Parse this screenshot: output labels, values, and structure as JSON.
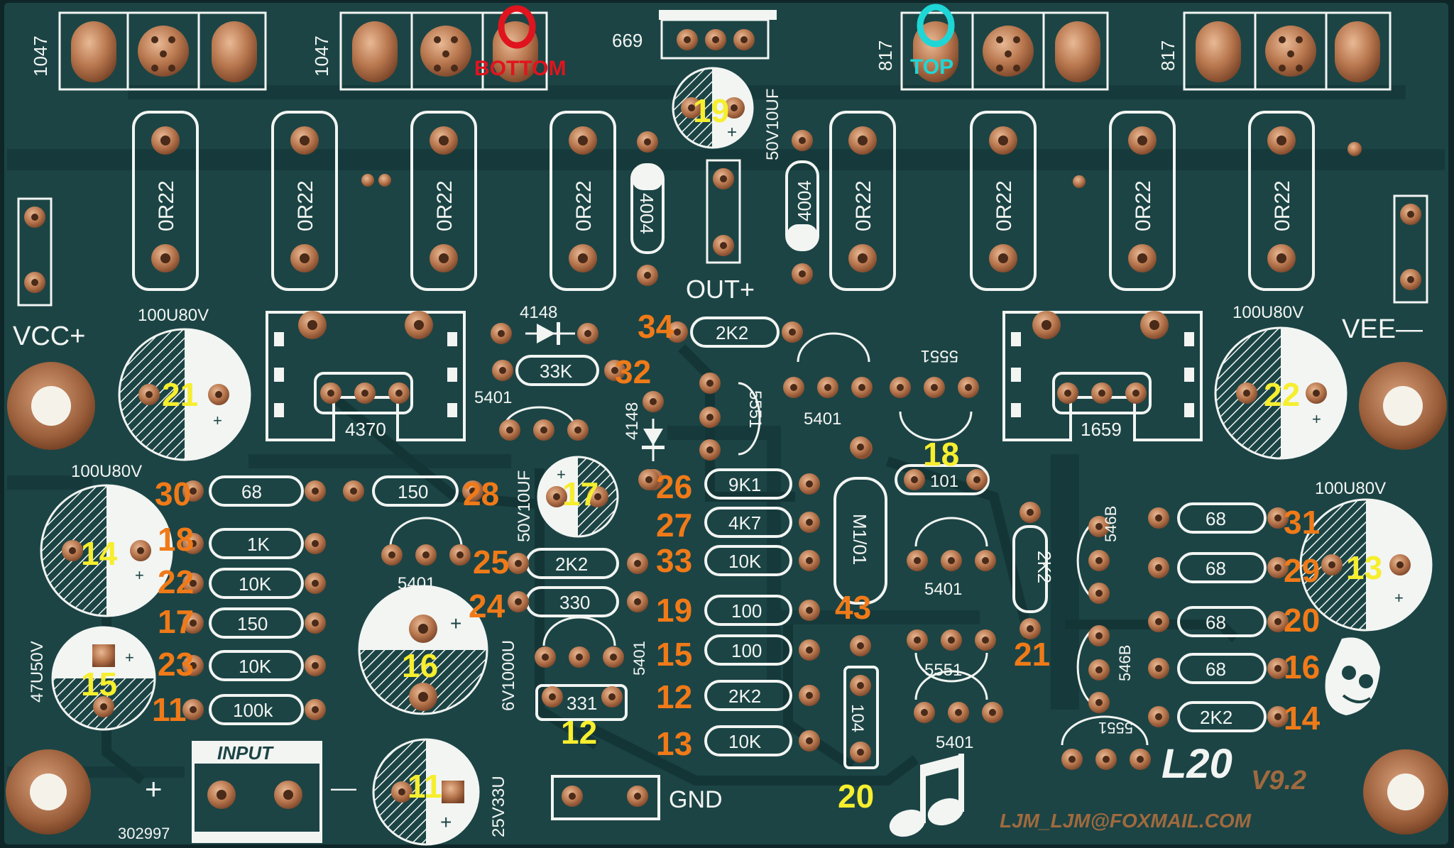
{
  "board": {
    "name": "L20",
    "version": "V9.2",
    "email": "LJM_LJM@FOXMAIL.COM",
    "serial": "302997",
    "markers": {
      "bottom": {
        "symbol": "O",
        "label": "BOTTOM",
        "color": "#e0141e"
      },
      "top": {
        "symbol": "O",
        "label": "TOP",
        "color": "#1fd6d6"
      }
    },
    "colors": {
      "pcb": "#1c4445",
      "pcb_dark": "#123132",
      "copper": "#a86a45",
      "silk": "#f2f5f2",
      "annotation_orange": "#f07a18",
      "annotation_yellow": "#f6ee2e"
    }
  },
  "silk": {
    "t_1047_a": "1047",
    "t_1047_b": "1047",
    "t_669": "669",
    "t_817_a": "817",
    "t_817_b": "817",
    "t_or22": "0R22",
    "t_50v10uf_top": "50V10UF",
    "t_4004": "4004",
    "t_out": "OUT+",
    "t_vcc": "VCC+",
    "t_vee": "VEE—",
    "t_100u80v": "100U80V",
    "t_4148": "4148",
    "t_2k2": "2K2",
    "t_33k": "33K",
    "t_5401": "5401",
    "t_5551": "5551",
    "t_4370": "4370",
    "t_1659": "1659",
    "t_101": "101",
    "t_68": "68",
    "t_150": "150",
    "t_1k": "1K",
    "t_10k": "10K",
    "t_100k": "100k",
    "t_47u50v": "47U50V",
    "t_50v10uf_mid": "50V10UF",
    "t_6v1000u": "6V1000U",
    "t_330": "330",
    "t_331": "331",
    "t_9k1": "9K1",
    "t_4k7": "4K7",
    "t_100": "100",
    "t_mi10": "M1/01",
    "t_104": "104",
    "t_546b": "546B",
    "t_input": "INPUT",
    "t_plus": "+",
    "t_minus": "—",
    "t_25v33u": "25V33U",
    "t_gnd": "GND"
  },
  "annotations_orange": {
    "a34": "34",
    "a32": "32",
    "a30": "30",
    "a28": "28",
    "a26": "26",
    "a27": "27",
    "a18": "18",
    "a22": "22",
    "a17": "17",
    "a23": "23",
    "a11": "11",
    "a25": "25",
    "a24": "24",
    "a33": "33",
    "a19": "19",
    "a15": "15",
    "a12": "12",
    "a13": "13",
    "a43": "43",
    "a21": "21",
    "a31": "31",
    "a29": "29",
    "a20": "20",
    "a16": "16",
    "a14": "14"
  },
  "annotations_yellow": {
    "y19": "19",
    "y21": "21",
    "y22": "22",
    "y18": "18",
    "y17": "17",
    "y14": "14",
    "y13": "13",
    "y15": "15",
    "y16": "16",
    "y12": "12",
    "y11": "11",
    "y20": "20"
  }
}
